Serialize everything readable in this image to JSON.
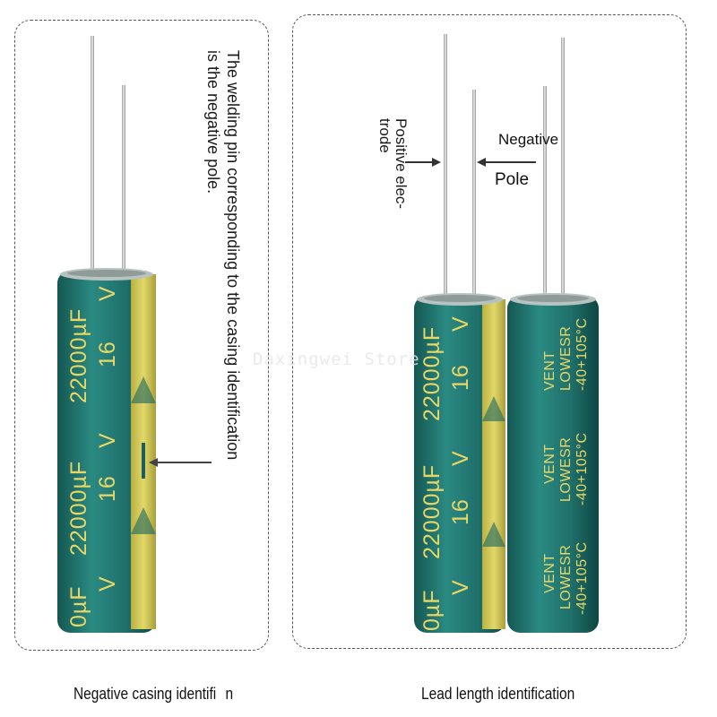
{
  "left_panel": {
    "note": [
      "The welding pin corresponding to the casing identification",
      "is the negative pole."
    ],
    "caption": "Negative casing identifi",
    "caption_overflow": "n",
    "capacitor": {
      "capacitance": "22000µF",
      "voltage": "16",
      "unit": "V",
      "partial": "0µF"
    }
  },
  "right_panel": {
    "positive_label": [
      "Positive elec-",
      "trode"
    ],
    "negative_label": [
      "Negative",
      "Pole"
    ],
    "caption": "Lead length identification",
    "capacitor_a": {
      "capacitance": "22000µF",
      "voltage": "16",
      "unit": "V",
      "partial": "0µF"
    },
    "capacitor_b": {
      "line1": "VENT",
      "line2": "LOWESR",
      "line3": "-40+105°C"
    }
  },
  "watermark": "Daxingwei Store",
  "colors": {
    "sleeve": "#1f6f6a",
    "stripe": "#d3c957",
    "lead": "#c8c8c8",
    "text_on_sleeve": "#e8d765"
  }
}
